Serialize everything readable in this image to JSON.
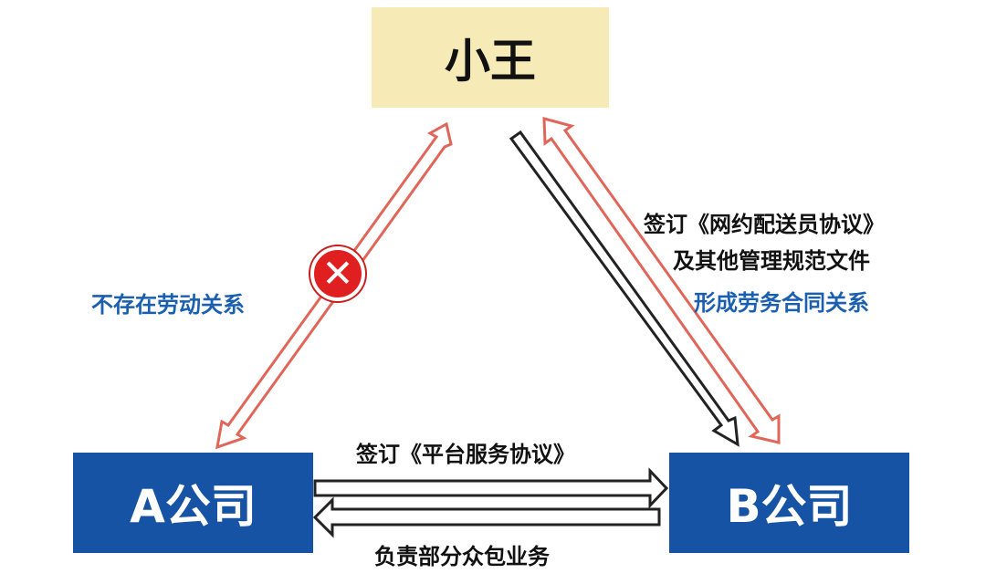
{
  "nodes": {
    "top": "小王",
    "a": "A公司",
    "b": "B公司"
  },
  "labels": {
    "left_relation": "不存在劳动关系",
    "right_line1": "签订《网约配送员协议》",
    "right_line2": "及其他管理规范文件",
    "right_relation": "形成劳务合同关系",
    "a_to_b": "签订《平台服务协议》",
    "b_to_a": "负责部分众包业务"
  },
  "icons": {
    "no_relation": "close-icon"
  },
  "colors": {
    "top_box": "#f6ebb7",
    "company_box": "#1753a4",
    "red_arrow": "#e0665a",
    "black_arrow": "#222222",
    "blue_text": "#1a5fb0",
    "x_badge": "#e02020"
  }
}
